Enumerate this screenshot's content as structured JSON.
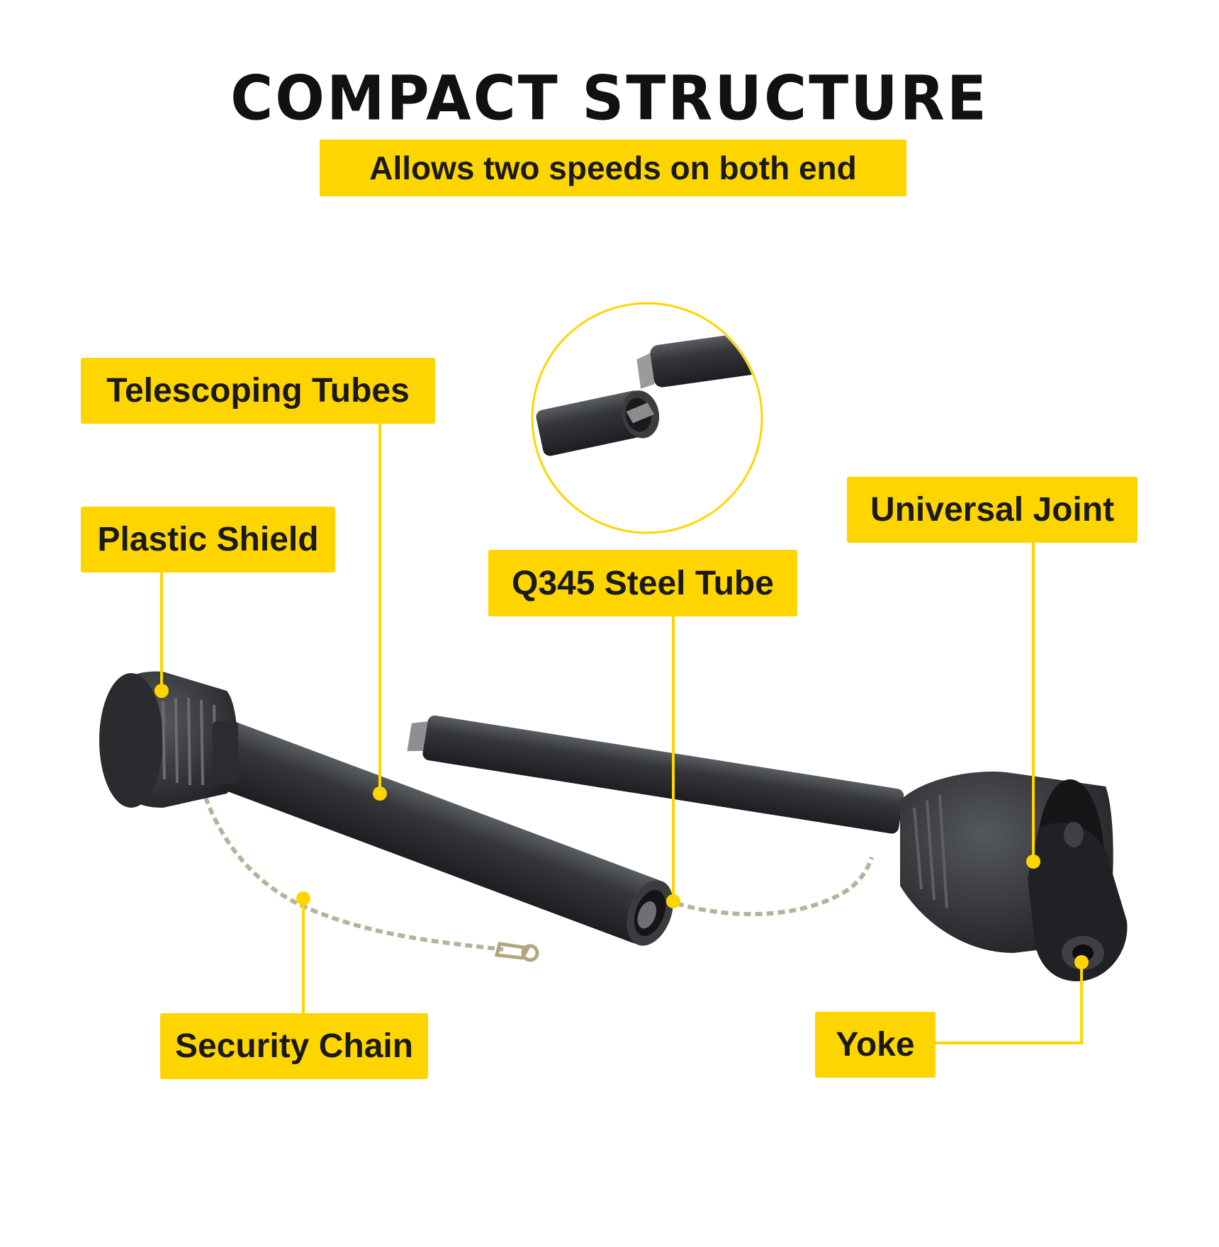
{
  "header": {
    "title": "COMPACT STRUCTURE",
    "subtitle": "Allows two speeds on both end"
  },
  "callouts": {
    "telescoping_tubes": "Telescoping Tubes",
    "plastic_shield": "Plastic Shield",
    "q345_steel_tube": "Q345 Steel Tube",
    "universal_joint": "Universal Joint",
    "security_chain": "Security Chain",
    "yoke": "Yoke"
  },
  "colors": {
    "accent": "#FFD500",
    "shaft": "#2b2d30",
    "shaft_highlight": "#55585c",
    "chain": "#b9b29a"
  },
  "icons": {
    "product": "pto-drive-shaft-illustration",
    "detail": "tube-profile-detail-circle"
  }
}
